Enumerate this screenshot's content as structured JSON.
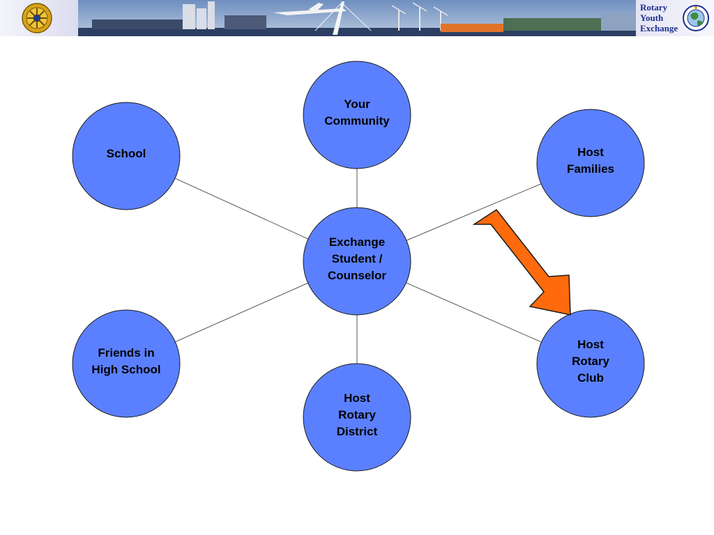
{
  "header": {
    "brand_lines": [
      "Rotary",
      "Youth",
      "Exchange"
    ]
  },
  "diagram": {
    "center": {
      "id": "center",
      "lines": [
        "Exchange",
        "Student /",
        "Counselor"
      ]
    },
    "nodes": [
      {
        "id": "community",
        "lines": [
          "Your",
          "Community"
        ]
      },
      {
        "id": "school",
        "lines": [
          "School"
        ]
      },
      {
        "id": "host-families",
        "lines": [
          "Host",
          "Families"
        ]
      },
      {
        "id": "friends",
        "lines": [
          "Friends in",
          "High School"
        ]
      },
      {
        "id": "host-club",
        "lines": [
          "Host",
          "Rotary",
          "Club"
        ]
      },
      {
        "id": "host-district",
        "lines": [
          "Host",
          "Rotary",
          "District"
        ]
      }
    ],
    "colors": {
      "node_fill": "#5b80ff",
      "node_stroke": "#1a1a1a",
      "edge": "#555555",
      "arrow_fill": "#ff6a0d",
      "arrow_stroke": "#1a1a1a"
    }
  }
}
